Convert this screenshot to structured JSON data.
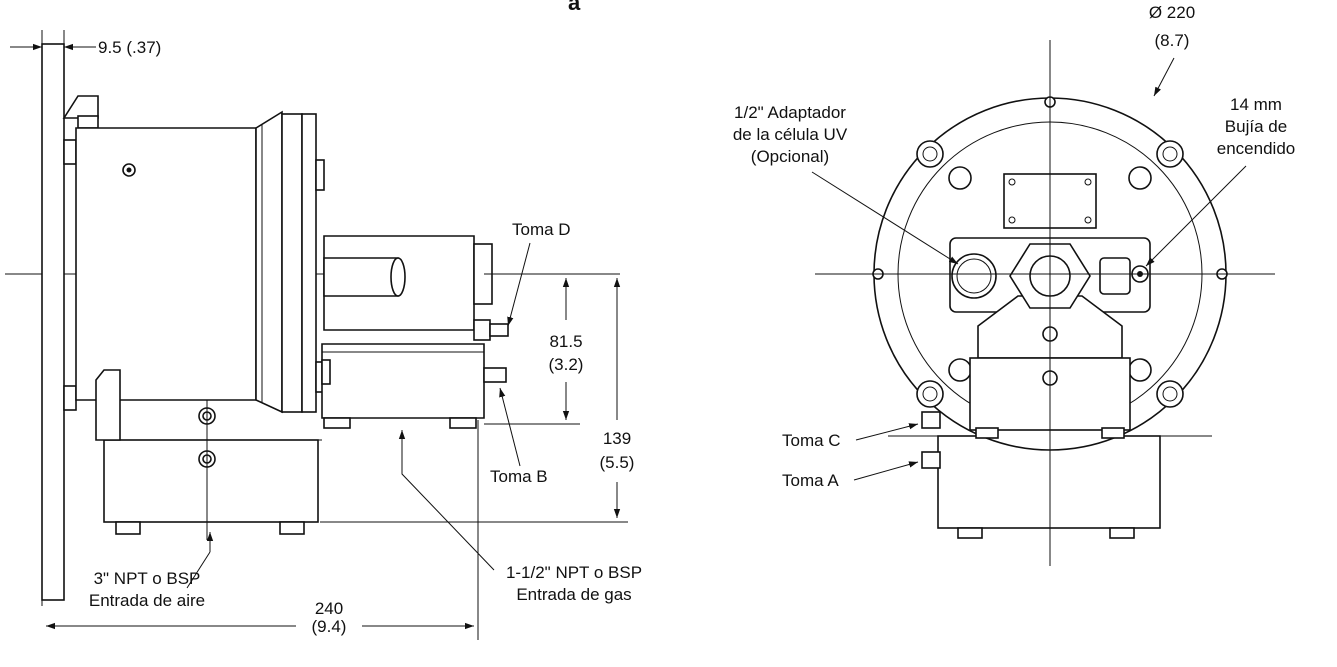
{
  "title": "a",
  "side_view": {
    "flange_thickness": "9.5 (.37)",
    "toma_d": "Toma D",
    "toma_b": "Toma B",
    "dim_81_5": "81.5",
    "dim_81_5_in": "(3.2)",
    "dim_139": "139",
    "dim_139_in": "(5.5)",
    "air_inlet_1": "3\" NPT o BSP",
    "air_inlet_2": "Entrada de aire",
    "gas_inlet_1": "1-1/2\" NPT o BSP",
    "gas_inlet_2": "Entrada de gas",
    "dim_240": "240",
    "dim_240_in": "(9.4)"
  },
  "front_view": {
    "dia": "Ø 220",
    "dia_in": "(8.7)",
    "uv_1": "1/2\" Adaptador",
    "uv_2": "de la célula UV",
    "uv_3": "(Opcional)",
    "spark_1": "14 mm",
    "spark_2": "Bujía de",
    "spark_3": "encendido",
    "toma_c": "Toma C",
    "toma_a": "Toma A"
  }
}
